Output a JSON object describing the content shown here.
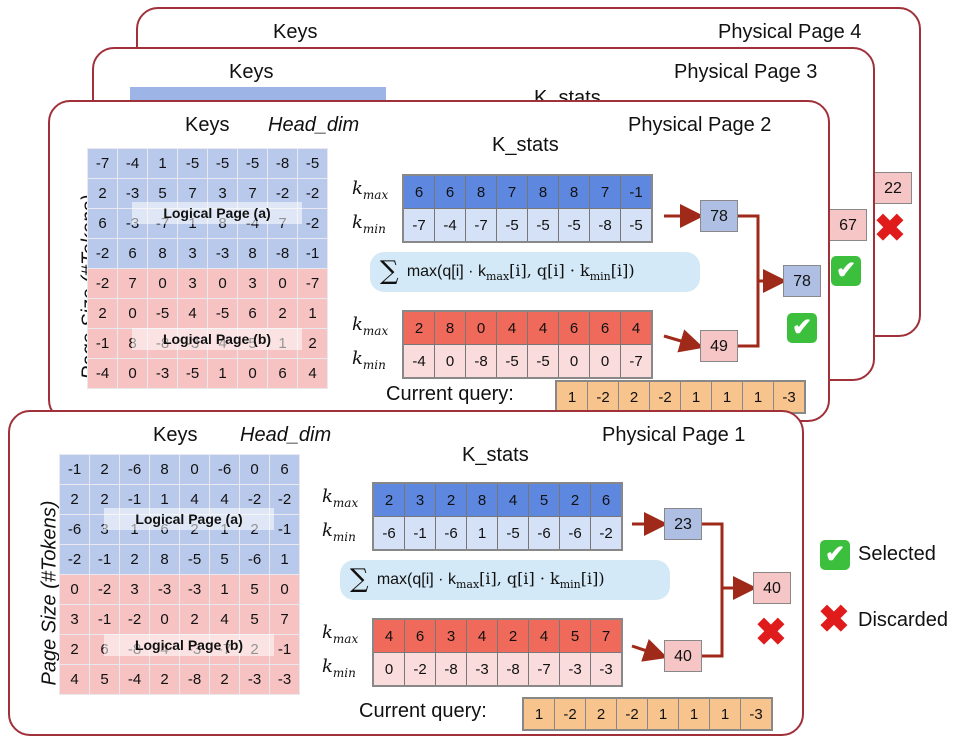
{
  "page4": {
    "title": "Physical Page 4",
    "keys": "Keys",
    "score": "22"
  },
  "page3": {
    "title": "Physical Page 3",
    "keys": "Keys",
    "kstats": "K_stats",
    "score": "67"
  },
  "page2": {
    "title": "Physical Page 2",
    "keys": "Keys",
    "head_dim": "Head_dim",
    "page_size": "Page Size (#Tokens)",
    "logical_a": "Logical Page (a)",
    "logical_b": "Logical Page (b)",
    "keys_grid": [
      [
        "-7",
        "-4",
        "1",
        "-5",
        "-5",
        "-5",
        "-8",
        "-5"
      ],
      [
        "2",
        "-3",
        "5",
        "7",
        "3",
        "7",
        "-2",
        "-2"
      ],
      [
        "6",
        "-3",
        "-7",
        "1",
        "8",
        "-4",
        "7",
        "-2"
      ],
      [
        "-2",
        "6",
        "8",
        "3",
        "-3",
        "8",
        "-8",
        "-1"
      ],
      [
        "-2",
        "7",
        "0",
        "3",
        "0",
        "3",
        "0",
        "-7"
      ],
      [
        "2",
        "0",
        "-5",
        "4",
        "-5",
        "6",
        "2",
        "1"
      ],
      [
        "-1",
        "8",
        "-8",
        "-3",
        "4",
        "5",
        "1",
        "2"
      ],
      [
        "-4",
        "0",
        "-3",
        "-5",
        "1",
        "0",
        "6",
        "4"
      ]
    ],
    "kstats": "K_stats",
    "a_kmax": [
      "6",
      "6",
      "8",
      "7",
      "8",
      "8",
      "7",
      "-1"
    ],
    "a_kmin": [
      "-7",
      "-4",
      "-7",
      "-5",
      "-5",
      "-5",
      "-8",
      "-5"
    ],
    "b_kmax": [
      "2",
      "8",
      "0",
      "4",
      "4",
      "6",
      "6",
      "4"
    ],
    "b_kmin": [
      "-4",
      "0",
      "-8",
      "-5",
      "-5",
      "0",
      "0",
      "-7"
    ],
    "score_a": "78",
    "score_b": "49",
    "score_max": "78",
    "query_label": "Current query:",
    "query": [
      "1",
      "-2",
      "2",
      "-2",
      "1",
      "1",
      "1",
      "-3"
    ]
  },
  "page1": {
    "title": "Physical Page 1",
    "keys": "Keys",
    "head_dim": "Head_dim",
    "page_size": "Page Size (#Tokens)",
    "logical_a": "Logical Page (a)",
    "logical_b": "Logical Page (b)",
    "keys_grid": [
      [
        "-1",
        "2",
        "-6",
        "8",
        "0",
        "-6",
        "0",
        "6"
      ],
      [
        "2",
        "2",
        "-1",
        "1",
        "4",
        "4",
        "-2",
        "-2"
      ],
      [
        "-6",
        "3",
        "1",
        "6",
        "2",
        "1",
        "2",
        "-1"
      ],
      [
        "-2",
        "-1",
        "2",
        "8",
        "-5",
        "5",
        "-6",
        "1"
      ],
      [
        "0",
        "-2",
        "3",
        "-3",
        "-3",
        "1",
        "5",
        "0"
      ],
      [
        "3",
        "-1",
        "-2",
        "0",
        "2",
        "4",
        "5",
        "7"
      ],
      [
        "2",
        "6",
        "-8",
        "4",
        "-3",
        "-7",
        "2",
        "-1"
      ],
      [
        "4",
        "5",
        "-4",
        "2",
        "-8",
        "2",
        "-3",
        "-3"
      ]
    ],
    "kstats": "K_stats",
    "a_kmax": [
      "2",
      "3",
      "2",
      "8",
      "4",
      "5",
      "2",
      "6"
    ],
    "a_kmin": [
      "-6",
      "-1",
      "-6",
      "1",
      "-5",
      "-6",
      "-6",
      "-2"
    ],
    "b_kmax": [
      "4",
      "6",
      "3",
      "4",
      "2",
      "4",
      "5",
      "7"
    ],
    "b_kmin": [
      "0",
      "-2",
      "-8",
      "-3",
      "-8",
      "-7",
      "-3",
      "-3"
    ],
    "score_a": "23",
    "score_b": "40",
    "score_max": "40",
    "query_label": "Current query:",
    "query": [
      "1",
      "-2",
      "2",
      "-2",
      "1",
      "1",
      "1",
      "-3"
    ]
  },
  "formula": {
    "text": "max(q[i] · k",
    "max": "max",
    "mid": "[i], q[i] · k",
    "min": "min",
    "end": "[i])"
  },
  "kmax_label": {
    "k": "k",
    "sub": "max"
  },
  "kmin_label": {
    "k": "k",
    "sub": "min"
  },
  "legend": {
    "selected": "Selected",
    "discarded": "Discarded"
  },
  "colors": {
    "frame": "#a0303a",
    "arrow": "#a02a1a",
    "blue_light": "#c5d3ef",
    "pink_light": "#f7c9c9",
    "query": "#f7c48e"
  }
}
